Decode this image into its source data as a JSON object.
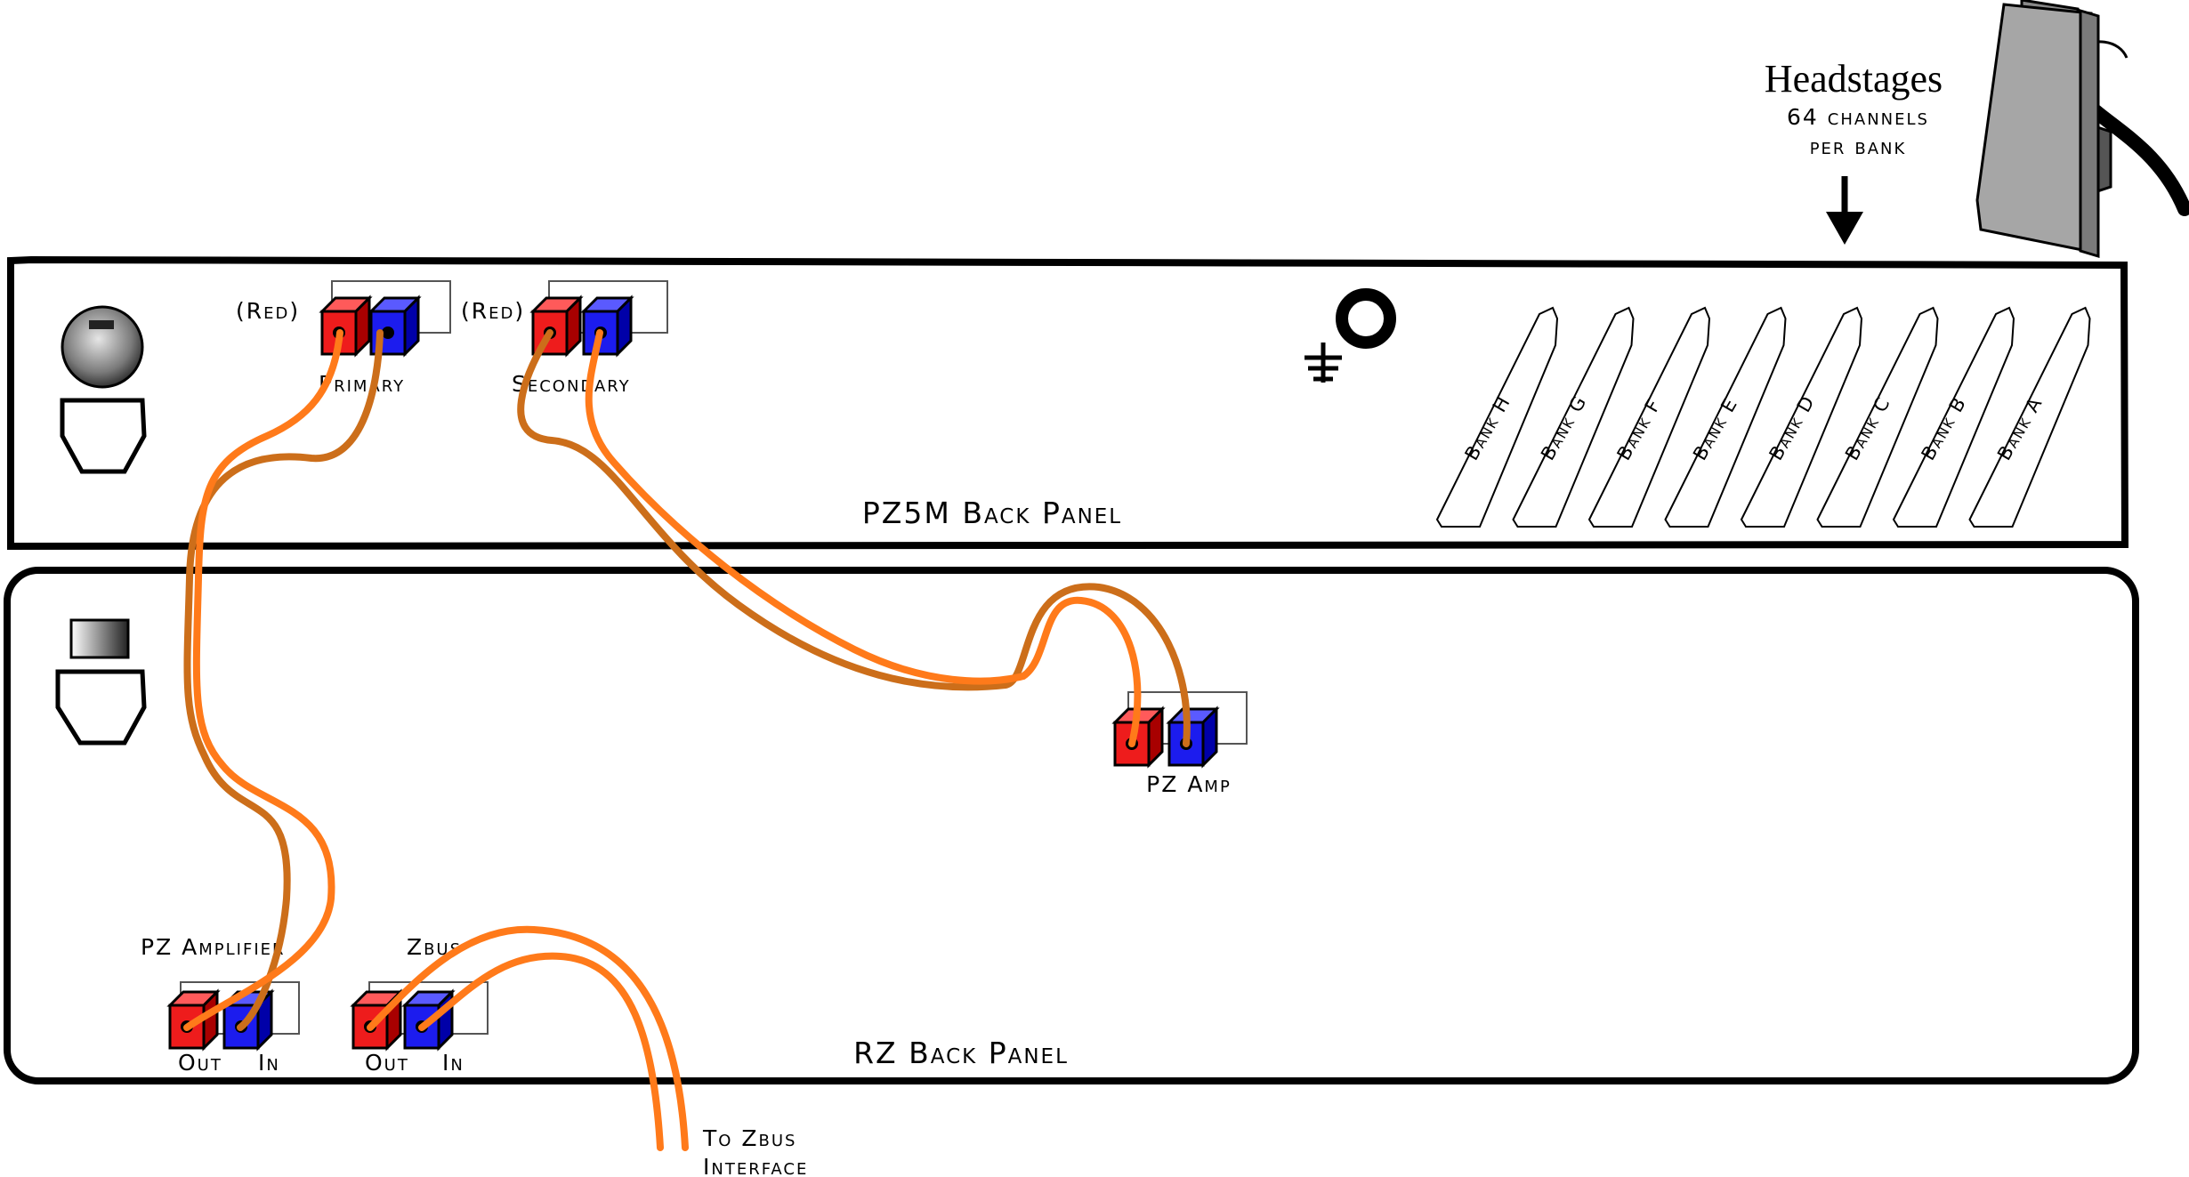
{
  "headstages": {
    "title": "Headstages",
    "line1": "64 channels",
    "line2": "per bank"
  },
  "pz5m": {
    "panel_label": "PZ5M Back Panel",
    "primary_red": "(Red)",
    "primary_label": "Primary",
    "secondary_red": "(Red)",
    "secondary_label": "Secondary",
    "banks": [
      "Bank H",
      "Bank G",
      "Bank F",
      "Bank E",
      "Bank D",
      "Bank C",
      "Bank B",
      "Bank A"
    ]
  },
  "rz": {
    "panel_label": "RZ Back Panel",
    "pz_amp_label": "PZ Amp",
    "pz_amplifier_label": "PZ Amplifier",
    "zbus_label": "Zbus",
    "out_label": "Out",
    "in_label": "In",
    "out_label_2": "Out",
    "in_label_2": "In"
  },
  "zbus_interface": {
    "line1": "To Zbus",
    "line2": "Interface"
  },
  "colors": {
    "cable_light": "#ff7a1a",
    "cable_dark": "#cc6e1a",
    "connector_red": "#ee1c1c",
    "connector_blue": "#1c1cee",
    "headstage_gray": "#a6a6a6"
  }
}
